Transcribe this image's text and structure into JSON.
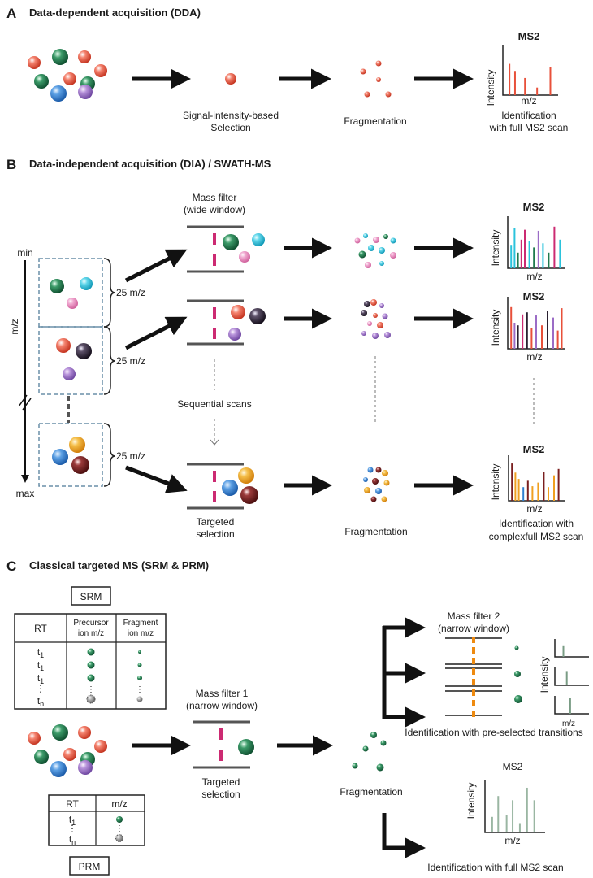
{
  "panels": {
    "a": {
      "letter": "A",
      "title": "Data-dependent acquisition (DDA)"
    },
    "b": {
      "letter": "B",
      "title": "Data-independent acquisition (DIA) / SWATH-MS"
    },
    "c": {
      "letter": "C",
      "title": "Classical targeted MS (SRM & PRM)"
    }
  },
  "dda": {
    "selection_line1": "Signal-intensity-based",
    "selection_line2": "Selection",
    "fragmentation": "Fragmentation",
    "ms2_title": "MS2",
    "intensity": "Intensity",
    "mz": "m/z",
    "ident_line1": "Identification",
    "ident_line2": "with full MS2 scan"
  },
  "dia": {
    "mass_filter_line1": "Mass filter",
    "mass_filter_line2": "(wide window)",
    "axis_min": "min",
    "axis_max": "max",
    "axis_label": "m/z",
    "window_label": "25 m/z",
    "sequential": "Sequential scans",
    "targeted_line1": "Targeted",
    "targeted_line2": "selection",
    "fragmentation": "Fragmentation",
    "ms2_title": "MS2",
    "intensity": "Intensity",
    "mz": "m/z",
    "ident_line1": "Identification with",
    "ident_line2": "complexfull MS2 scan"
  },
  "targeted": {
    "srm_label": "SRM",
    "srm_table": {
      "headers": [
        "RT",
        "Precursor",
        "ion m/z",
        "Fragment",
        "ion m/z"
      ],
      "rows": [
        "t1",
        "t1",
        "t1",
        "⋮",
        "tn"
      ]
    },
    "prm_label": "PRM",
    "prm_table": {
      "headers": [
        "RT",
        "m/z"
      ],
      "rows": [
        "t1",
        "⋮",
        "tn"
      ]
    },
    "mass_filter1_line1": "Mass filter 1",
    "mass_filter1_line2": "(narrow window)",
    "targeted_line1": "Targeted",
    "targeted_line2": "selection",
    "fragmentation": "Fragmentation",
    "mass_filter2_line1": "Mass filter 2",
    "mass_filter2_line2": "(narrow window)",
    "intensity": "Intensity",
    "mz": "m/z",
    "ident_transitions": "Identification with pre-selected transitions",
    "ms2_title": "MS2",
    "ident_full": "Identification with full MS2 scan"
  },
  "colors": {
    "red": "#e8503a",
    "green": "#1f7a4e",
    "blue": "#2f7fd0",
    "purple": "#9b6cc6",
    "cyan": "#2bc3dc",
    "pink": "#e98ac0",
    "black": "#2a2030",
    "orange": "#f0a020",
    "brown": "#7a1f1f",
    "magenta": "#cc2a72",
    "orange_filter": "#ee8a10"
  }
}
